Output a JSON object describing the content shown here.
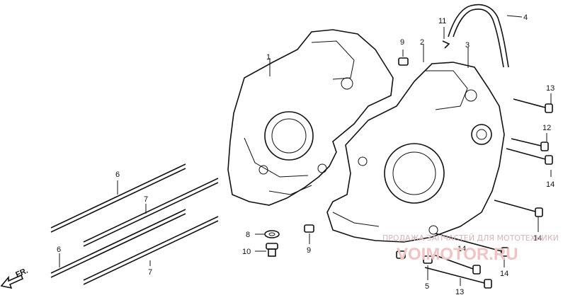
{
  "callouts": {
    "c1": "1",
    "c2": "2",
    "c3": "3",
    "c4": "4",
    "c5": "5",
    "c6a": "6",
    "c6b": "6",
    "c7a": "7",
    "c7b": "7",
    "c8": "8",
    "c9a": "9",
    "c9b": "9",
    "c10": "10",
    "c11": "11",
    "c12": "12",
    "c13a": "13",
    "c13b": "13",
    "c14a": "14",
    "c14b": "14",
    "c14c": "14",
    "c14d": "14"
  },
  "direction_label": "FR.",
  "watermark": {
    "line1": "ПРОДАЖА ЗАПЧАСТЕЙ ДЛЯ МОТОТЕХНИКИ",
    "line2": "VOIMOTOR.RU"
  },
  "colors": {
    "line": "#111111",
    "watermark": "#f1c3c3",
    "background": "#ffffff"
  }
}
